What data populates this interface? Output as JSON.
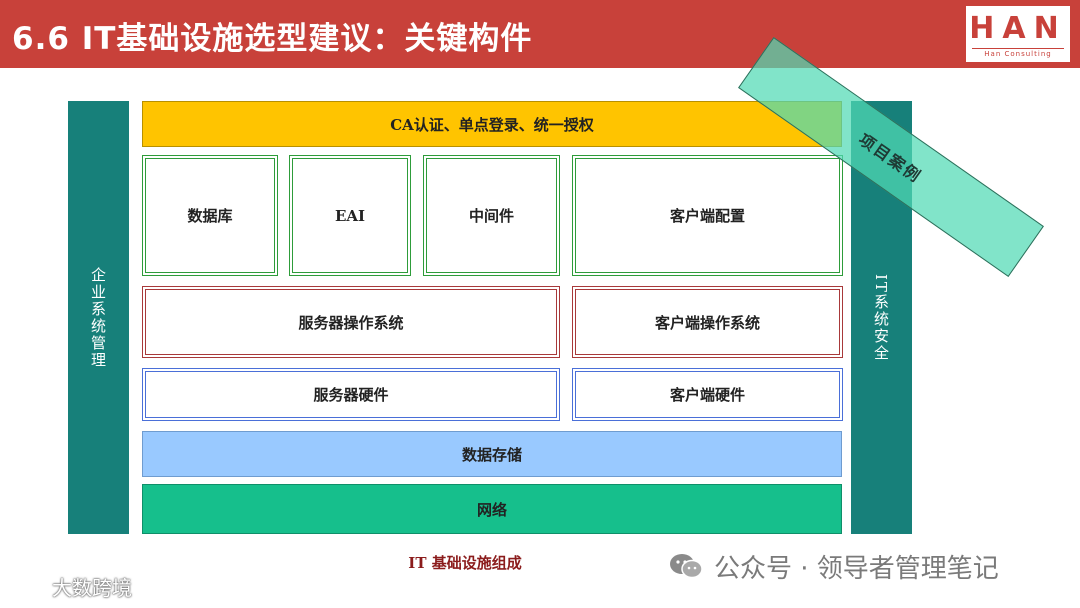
{
  "header": {
    "title": "6.6 IT基础设施选型建议：关键构件",
    "logo_text": "HAN",
    "logo_sub": "Han Consulting"
  },
  "diagram": {
    "left_bar": "企业系统管理",
    "right_bar": "IT系统安全",
    "ca_bar": "CA认证、单点登录、统一授权",
    "components": {
      "database": "数据库",
      "eai": "EAI",
      "middleware": "中间件",
      "client_config": "客户端配置"
    },
    "os": {
      "server": "服务器操作系统",
      "client": "客户端操作系统"
    },
    "hardware": {
      "server": "服务器硬件",
      "client": "客户端硬件"
    },
    "storage": "数据存储",
    "network": "网络",
    "caption": "IT 基础设施组成",
    "overlay": "项目案例"
  },
  "watermarks": {
    "right": "公众号 · 领导者管理笔记",
    "left": "大数跨境"
  },
  "colors": {
    "header": "#c8413a",
    "side_bar": "#17807a",
    "ca": "#ffc400",
    "storage": "#99c9ff",
    "network": "#16bf8c",
    "green_border": "#2e9c3a",
    "red_border": "#a8393a",
    "blue_border": "#4a6fd8",
    "caption": "#8b1c1c"
  }
}
